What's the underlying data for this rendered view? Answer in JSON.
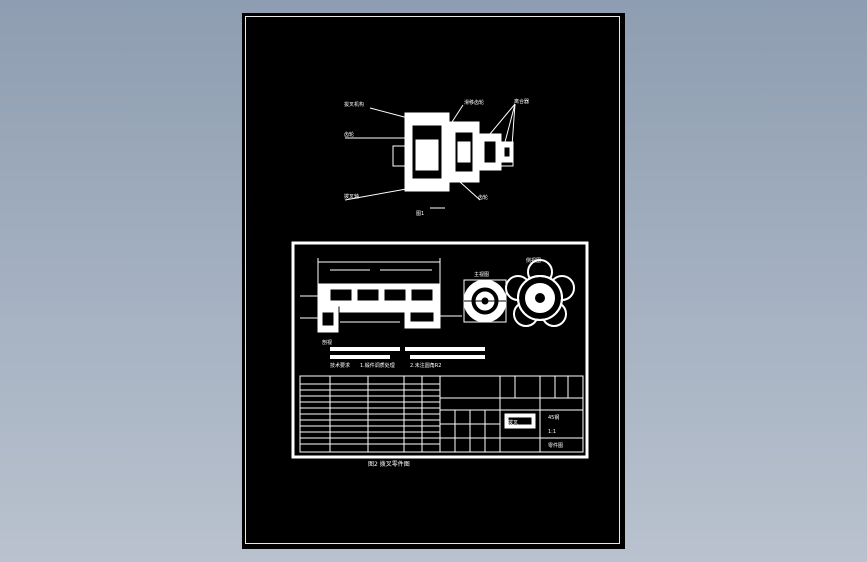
{
  "drawing": {
    "top_view": {
      "labels": {
        "left_top": "拔叉机构",
        "left_mid": "齿轮",
        "left_bottom": "拨叉轴",
        "right_top": "离合器",
        "right_bottom": "齿轮",
        "top_mid": "滑移齿轮",
        "center_caption": "图1"
      }
    },
    "part_drawing": {
      "section_label": "剖视",
      "front_label": "主视图",
      "side_label": "侧视图",
      "notes": [
        "技术要求",
        "1.锻件调质处理",
        "2.未注圆角R2"
      ],
      "title_block": {
        "part_name": "拨叉",
        "material": "45钢",
        "scale": "1:1",
        "school": "零件图"
      },
      "caption": "图2 拨叉零件图"
    }
  },
  "colors": {
    "background_top": "#8e9db1",
    "sheet": "#000000",
    "lines": "#ffffff"
  }
}
